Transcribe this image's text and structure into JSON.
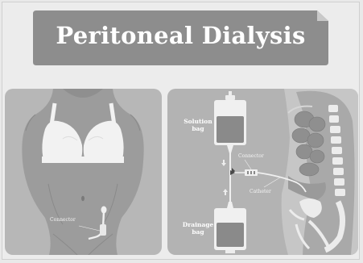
{
  "title": "Peritoneal Dialysis",
  "labels": {
    "left_connector": "Connector",
    "solution_bag": [
      "Solution",
      "bag"
    ],
    "drainage_bag": [
      "Drainage",
      "bag"
    ],
    "right_connector": "Connector",
    "catheter": "Catheter"
  },
  "colors": {
    "banner": "#8d8d8d",
    "panel_left": "#b7b7b7",
    "panel_right": "#b3b3b3",
    "fluid": "#8a8a8a",
    "skin": "#9c9c9c",
    "bra": "#f2f2f2"
  }
}
